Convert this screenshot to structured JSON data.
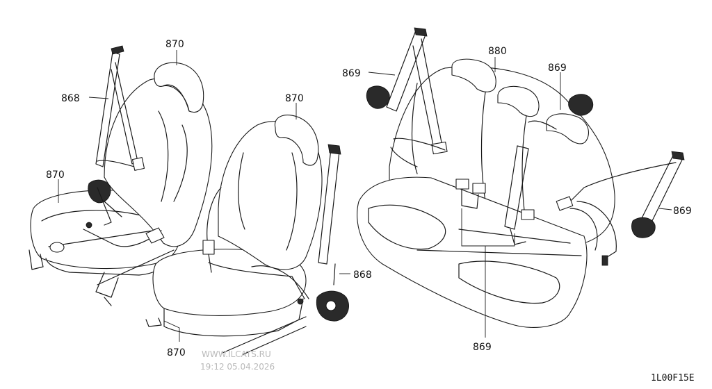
{
  "diagram": {
    "part_codes": [
      "870",
      "868",
      "870",
      "870",
      "868",
      "870",
      "869",
      "880",
      "869",
      "869",
      "869"
    ],
    "figure_code": "1L00F15E",
    "watermark": {
      "site": "WWW.ILCATS.RU",
      "timestamp": "19:12 05.04.2026"
    }
  }
}
